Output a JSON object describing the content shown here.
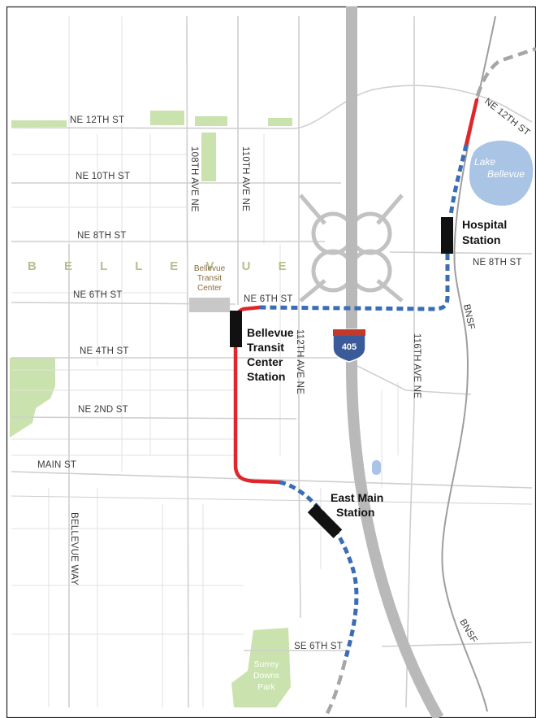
{
  "city": {
    "name": "B E L L E V U E"
  },
  "streets": {
    "ne12th": "NE 12TH ST",
    "ne12th_east": "NE 12TH ST",
    "ne10th": "NE 10TH ST",
    "ne8th": "NE 8TH ST",
    "ne8th_east": "NE 8TH ST",
    "ne6th": "NE 6TH ST",
    "ne6th_east": "NE 6TH ST",
    "ne4th": "NE 4TH ST",
    "ne2nd": "NE 2ND ST",
    "main": "MAIN ST",
    "se6th": "SE 6TH ST",
    "ave108": "108TH AVE NE",
    "ave110": "110TH AVE NE",
    "ave112": "112TH AVE NE",
    "ave116": "116TH AVE NE",
    "bellevue_way": "BELLEVUE WAY",
    "bnsf_1": "BNSF",
    "bnsf_2": "BNSF"
  },
  "landmarks": {
    "transit_center_line1": "Bellevue",
    "transit_center_line2": "Transit",
    "transit_center_line3": "Center",
    "lake_line1": "Lake",
    "lake_line2": "Bellevue",
    "park_line1": "Surrey",
    "park_line2": "Downs",
    "park_line3": "Park"
  },
  "highway": {
    "shield": "405"
  },
  "stations": {
    "hospital_line1": "Hospital",
    "hospital_line2": "Station",
    "btc_line1": "Bellevue",
    "btc_line2": "Transit",
    "btc_line3": "Center",
    "btc_line4": "Station",
    "eastmain_line1": "East Main",
    "eastmain_line2": "Station"
  },
  "colors": {
    "red_segment": "#e0262b",
    "blue_dashed": "#3a6db5",
    "gray_dashed": "#a6a6a6",
    "freeway": "#b9b9b9",
    "street": "#cfcfcf",
    "park": "#c9e2ae",
    "water": "#a9c4e4",
    "station": "#111111"
  }
}
